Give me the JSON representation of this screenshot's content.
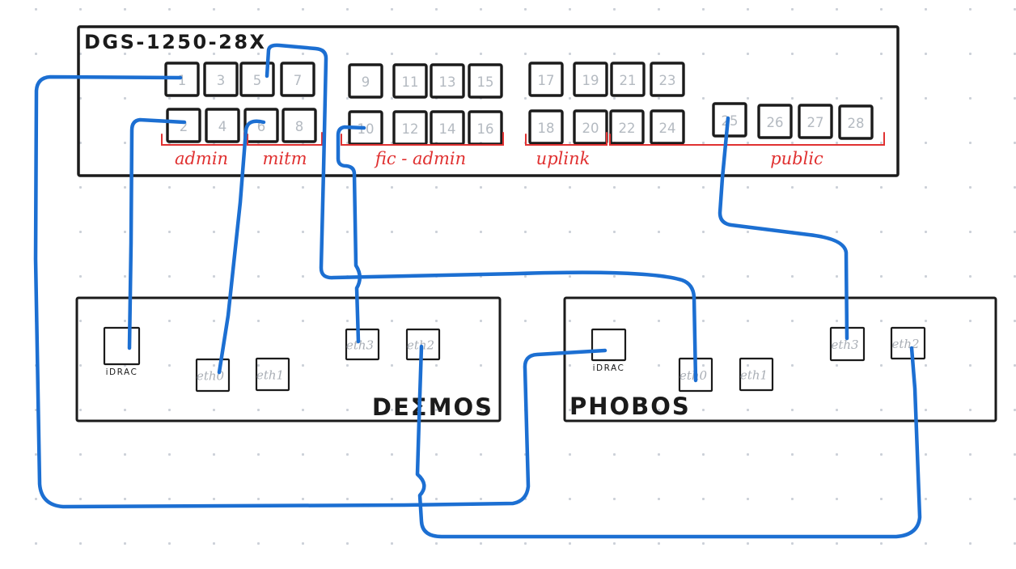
{
  "diagram": {
    "background": {
      "dot_color": "#ccd1d8"
    },
    "colors": {
      "ink": "#1b1b1b",
      "cable": "#1c6fd2",
      "annotation": "#e03131",
      "port_number": "#b4bac1",
      "eth_label": "#a9aeb5"
    },
    "switch": {
      "title": "DGS-1250-28X",
      "port_groups": [
        {
          "label": "admin",
          "ports": [
            "1",
            "2",
            "3",
            "4"
          ]
        },
        {
          "label": "mitm",
          "ports": [
            "5",
            "6",
            "7",
            "8"
          ]
        },
        {
          "label": "fic - admin",
          "ports": [
            "9",
            "10",
            "11",
            "12",
            "13",
            "14",
            "15",
            "16"
          ]
        },
        {
          "label": "uplink",
          "ports": [
            "17",
            "18",
            "19",
            "20"
          ]
        },
        {
          "label": "public",
          "ports": [
            "21",
            "22",
            "23",
            "24",
            "25",
            "26",
            "27",
            "28"
          ]
        }
      ]
    },
    "servers": [
      {
        "id": "deimos",
        "name": "DEΣMOS",
        "ports": [
          "iDRAC",
          "eth0",
          "eth1",
          "eth3",
          "eth2"
        ]
      },
      {
        "id": "phobos",
        "name": "PHOBOS",
        "ports": [
          "iDRAC",
          "eth0",
          "eth1",
          "eth3",
          "eth2"
        ]
      }
    ],
    "connections": [
      {
        "from": "switch port 1",
        "to": "phobos iDRAC"
      },
      {
        "from": "switch port 2",
        "to": "deimos iDRAC"
      },
      {
        "from": "switch port 5",
        "to": "phobos eth0"
      },
      {
        "from": "switch port 6",
        "to": "deimos eth0"
      },
      {
        "from": "switch port 10",
        "to": "deimos eth3"
      },
      {
        "from": "switch port 25",
        "to": "phobos eth3"
      },
      {
        "from": "deimos eth2",
        "to": "phobos eth2"
      }
    ]
  }
}
